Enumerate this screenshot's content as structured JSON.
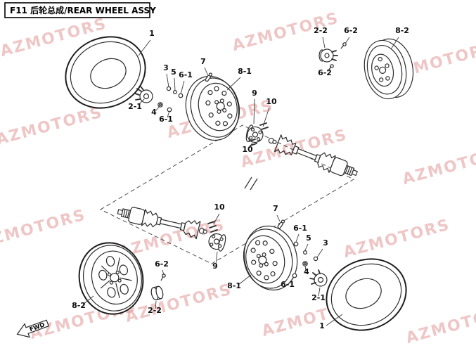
{
  "page": {
    "title": "F11 后轮总成/REAR WHEEL ASSY"
  },
  "watermark": {
    "text": "AZMOTORS"
  },
  "fwd": {
    "label": "FWD"
  },
  "callouts": [
    {
      "text": "1"
    },
    {
      "text": "2-1"
    },
    {
      "text": "3"
    },
    {
      "text": "5"
    },
    {
      "text": "6-1"
    },
    {
      "text": "4"
    },
    {
      "text": "6-1"
    },
    {
      "text": "7"
    },
    {
      "text": "8-1"
    },
    {
      "text": "9"
    },
    {
      "text": "10"
    },
    {
      "text": "10"
    },
    {
      "text": "2-2"
    },
    {
      "text": "6-2"
    },
    {
      "text": "6-2"
    },
    {
      "text": "8-2"
    },
    {
      "text": "10"
    },
    {
      "text": "7"
    },
    {
      "text": "9"
    },
    {
      "text": "8-1"
    },
    {
      "text": "6-1"
    },
    {
      "text": "5"
    },
    {
      "text": "3"
    },
    {
      "text": "4"
    },
    {
      "text": "6-1"
    },
    {
      "text": "2-1"
    },
    {
      "text": "8-2"
    },
    {
      "text": "6-2"
    },
    {
      "text": "2-2"
    },
    {
      "text": "1"
    }
  ]
}
